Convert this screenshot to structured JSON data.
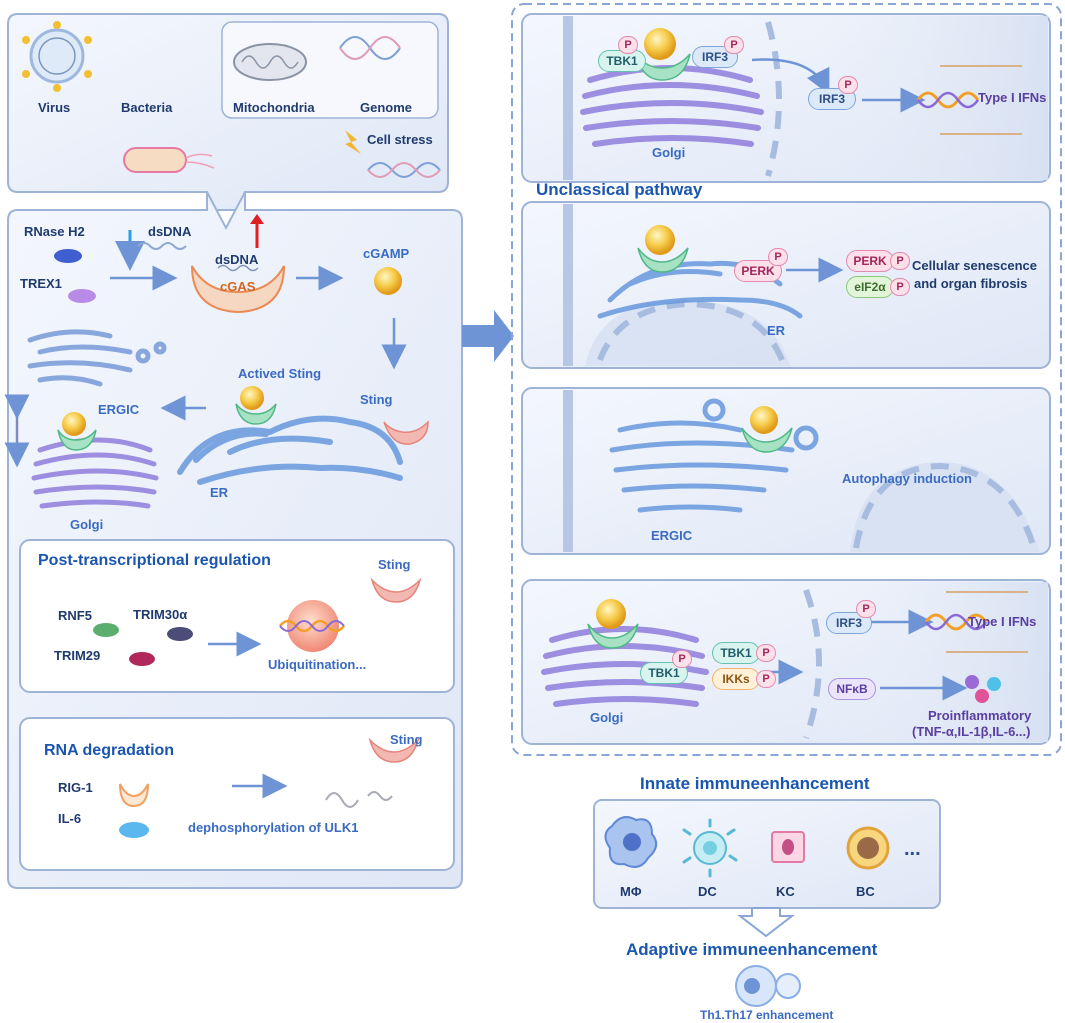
{
  "sources": {
    "virus": "Virus",
    "bacteria": "Bacteria",
    "mitochondria": "Mitochondria",
    "genome": "Genome",
    "cell_stress": "Cell stress"
  },
  "cgas_pathway": {
    "rnase_h2": "RNase H2",
    "trex1": "TREX1",
    "dsdna_free": "dsDNA",
    "dsdna_bound": "dsDNA",
    "cgas": "cGAS",
    "cgamp": "cGAMP",
    "sting": "Sting",
    "actived_sting": "Actived Sting",
    "ergic": "ERGIC",
    "er": "ER",
    "golgi": "Golgi"
  },
  "post_transcriptional": {
    "title": "Post-transcriptional regulation",
    "sting": "Sting",
    "rnf5": "RNF5",
    "trim30a": "TRIM30α",
    "trim29": "TRIM29",
    "ubiquitination": "Ubiquitination..."
  },
  "rna_degradation": {
    "title": "RNA degradation",
    "sting": "Sting",
    "rig1": "RIG-1",
    "il6": "IL-6",
    "dephos": "dephosphorylation of ULK1"
  },
  "panel1": {
    "tbk1": "TBK1",
    "irf3": "IRF3",
    "irf3_nuc": "IRF3",
    "type1_ifns": "Type I IFNs",
    "golgi": "Golgi",
    "p": "P"
  },
  "unclassical": "Unclassical pathway",
  "panel2": {
    "perk": "PERK",
    "perk2": "PERK",
    "eif2a": "eIF2α",
    "outcome_line1": "Cellular senescence",
    "outcome_line2": "and organ fibrosis",
    "er": "ER"
  },
  "panel3": {
    "autophagy": "Autophagy induction",
    "ergic": "ERGIC"
  },
  "panel4": {
    "tbk1": "TBK1",
    "tbk1_b": "TBK1",
    "ikks": "IKKs",
    "irf3": "IRF3",
    "type1_ifns": "Type I IFNs",
    "nfkb": "NFκB",
    "proinflammatory": "Proinflammatory",
    "cytokines": "(TNF-α,IL-1β,IL-6...)",
    "golgi": "Golgi"
  },
  "immune": {
    "innate_title": "Innate immuneenhancement",
    "mphi": "MΦ",
    "dc": "DC",
    "kc": "KC",
    "bc": "BC",
    "ellipsis": "...",
    "adaptive_title": "Adaptive immuneenhancement",
    "th": "Th1.Th17 enhancement"
  },
  "colors": {
    "panel_border": "#9fb3d6",
    "panel_fill": "#eef2fb",
    "arrow": "#6f94d6",
    "golgi": "#8f7ddc",
    "er": "#5f93dc",
    "sting_green": "#7dd4a8",
    "sting_pink": "#f1a7a7",
    "cgamp_gold": "#f3c44d",
    "title_blue": "#1a56b0"
  }
}
